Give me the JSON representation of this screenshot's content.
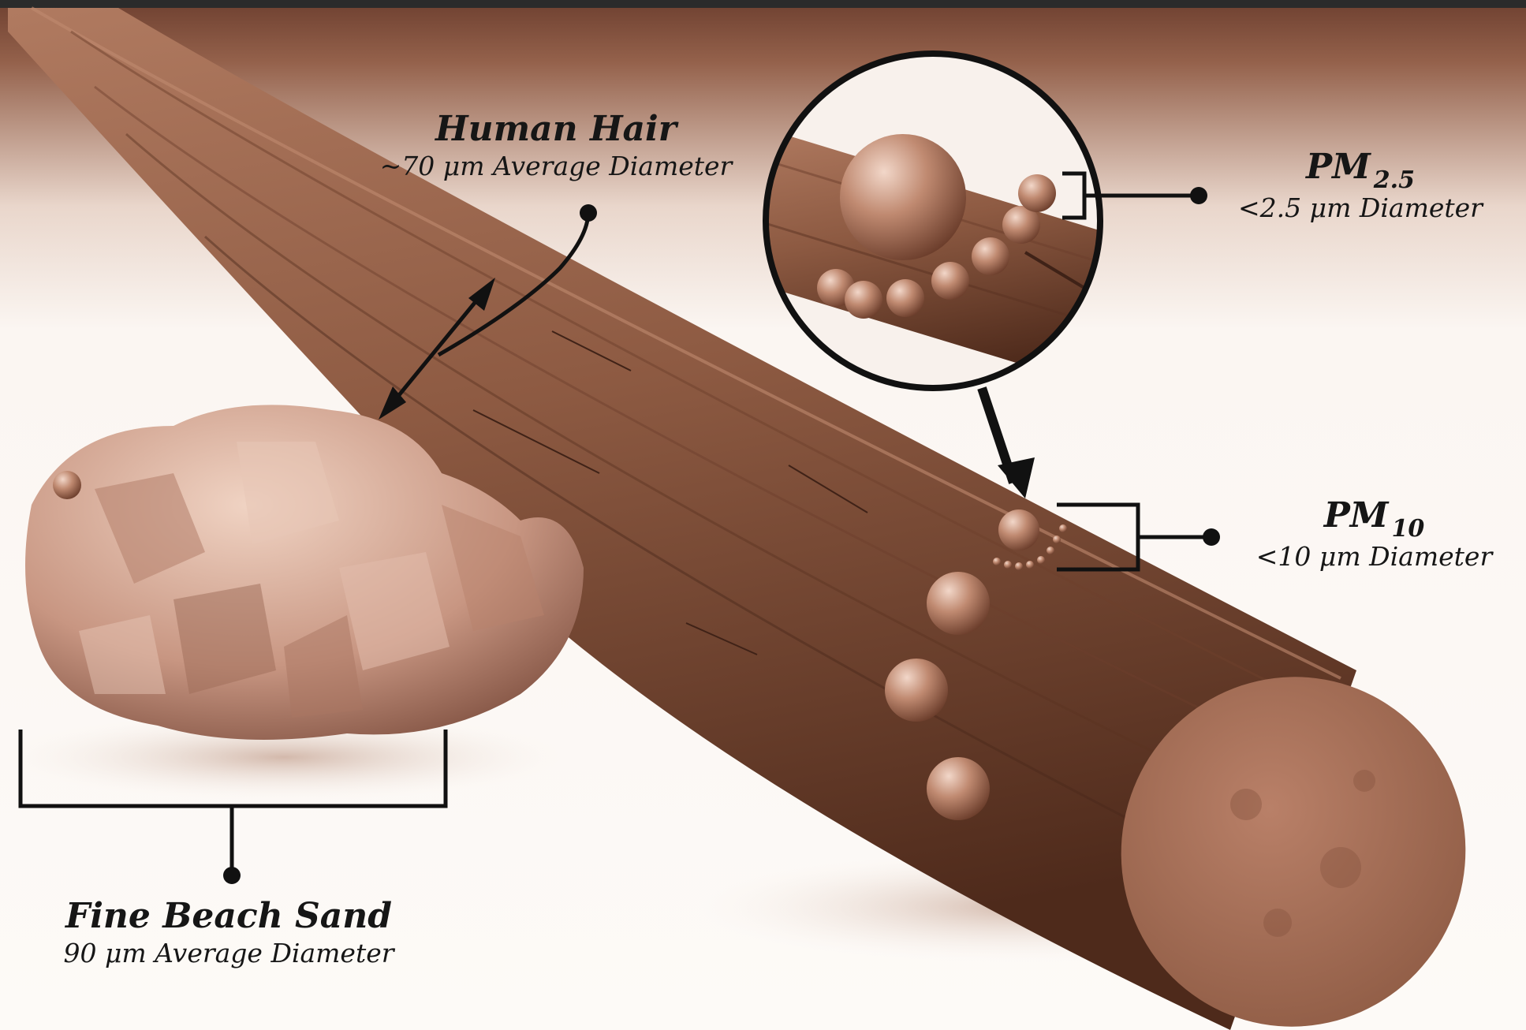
{
  "labels": {
    "human_hair": {
      "title": "Human Hair",
      "subtitle": "~70 μm Average Diameter"
    },
    "pm25": {
      "title": "PM",
      "subscript": "2.5",
      "subtitle": "<2.5 μm Diameter"
    },
    "pm10": {
      "title": "PM",
      "subscript": "10",
      "subtitle": "<10 μm Diameter"
    },
    "fine_beach_sand": {
      "title": "Fine Beach Sand",
      "subtitle": "90 μm Average Diameter"
    }
  },
  "colors": {
    "background_top": "#8a5a46",
    "background_light": "#fbf6f2",
    "hair": "#8d5a42",
    "hair_dark": "#5c3322",
    "hair_end": "#a36c52",
    "sand": "#cfa08b",
    "sand_shadow": "#9b6a55",
    "particle": "#b57b62",
    "line": "#161616"
  }
}
